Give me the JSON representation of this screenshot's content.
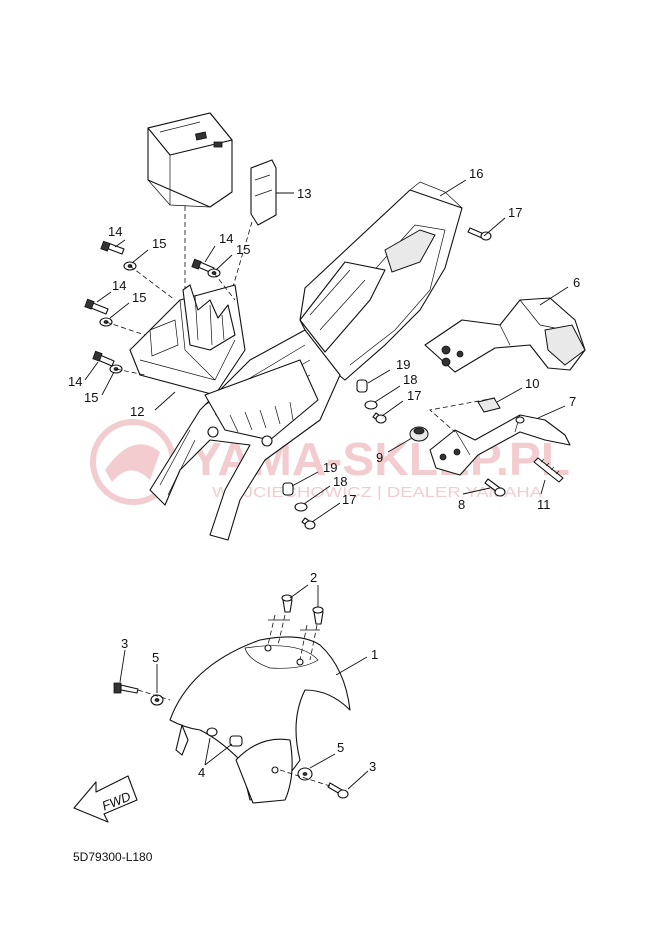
{
  "diagram": {
    "code": "5D79300-L180",
    "fwd_label": "FWD",
    "watermark": {
      "brand": "YAMA-SKLEP.PL",
      "subtitle": "WOJCIECHOWICZ | DEALER YAMAHA",
      "color": "#e8a3a8"
    },
    "callouts": [
      {
        "id": "c16",
        "label": "16"
      },
      {
        "id": "c17a",
        "label": "17"
      },
      {
        "id": "c13",
        "label": "13"
      },
      {
        "id": "c14a",
        "label": "14"
      },
      {
        "id": "c15a",
        "label": "15"
      },
      {
        "id": "c14b",
        "label": "14"
      },
      {
        "id": "c15b",
        "label": "15"
      },
      {
        "id": "c14c",
        "label": "14"
      },
      {
        "id": "c15c",
        "label": "15"
      },
      {
        "id": "c14d",
        "label": "14"
      },
      {
        "id": "c15d",
        "label": "15"
      },
      {
        "id": "c12",
        "label": "12"
      },
      {
        "id": "c6",
        "label": "6"
      },
      {
        "id": "c19a",
        "label": "19"
      },
      {
        "id": "c18a",
        "label": "18"
      },
      {
        "id": "c17b",
        "label": "17"
      },
      {
        "id": "c10",
        "label": "10"
      },
      {
        "id": "c7",
        "label": "7"
      },
      {
        "id": "c9",
        "label": "9"
      },
      {
        "id": "c19b",
        "label": "19"
      },
      {
        "id": "c18b",
        "label": "18"
      },
      {
        "id": "c17c",
        "label": "17"
      },
      {
        "id": "c8",
        "label": "8"
      },
      {
        "id": "c11",
        "label": "11"
      },
      {
        "id": "c2",
        "label": "2"
      },
      {
        "id": "c1",
        "label": "1"
      },
      {
        "id": "c3a",
        "label": "3"
      },
      {
        "id": "c5a",
        "label": "5"
      },
      {
        "id": "c4",
        "label": "4"
      },
      {
        "id": "c5b",
        "label": "5"
      },
      {
        "id": "c3b",
        "label": "3"
      }
    ]
  }
}
